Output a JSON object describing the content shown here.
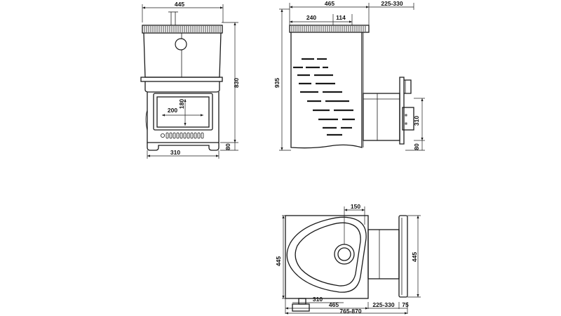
{
  "front_view": {
    "width_top": "445",
    "height": "830",
    "width_bottom": "310",
    "leg_height": "80",
    "door_width": "200",
    "door_height": "180"
  },
  "side_view": {
    "depth": "465",
    "flue_range": "225-330",
    "top_segment": "240",
    "flue_offset": "114",
    "height": "935",
    "tunnel_height": "310",
    "leg_height": "80"
  },
  "top_view": {
    "flue_diameter": "150",
    "width": "445",
    "tunnel_width": "445",
    "base_width": "310",
    "depth": "465",
    "flue_range": "225-330",
    "rim": "75",
    "total_length": "765-870"
  }
}
